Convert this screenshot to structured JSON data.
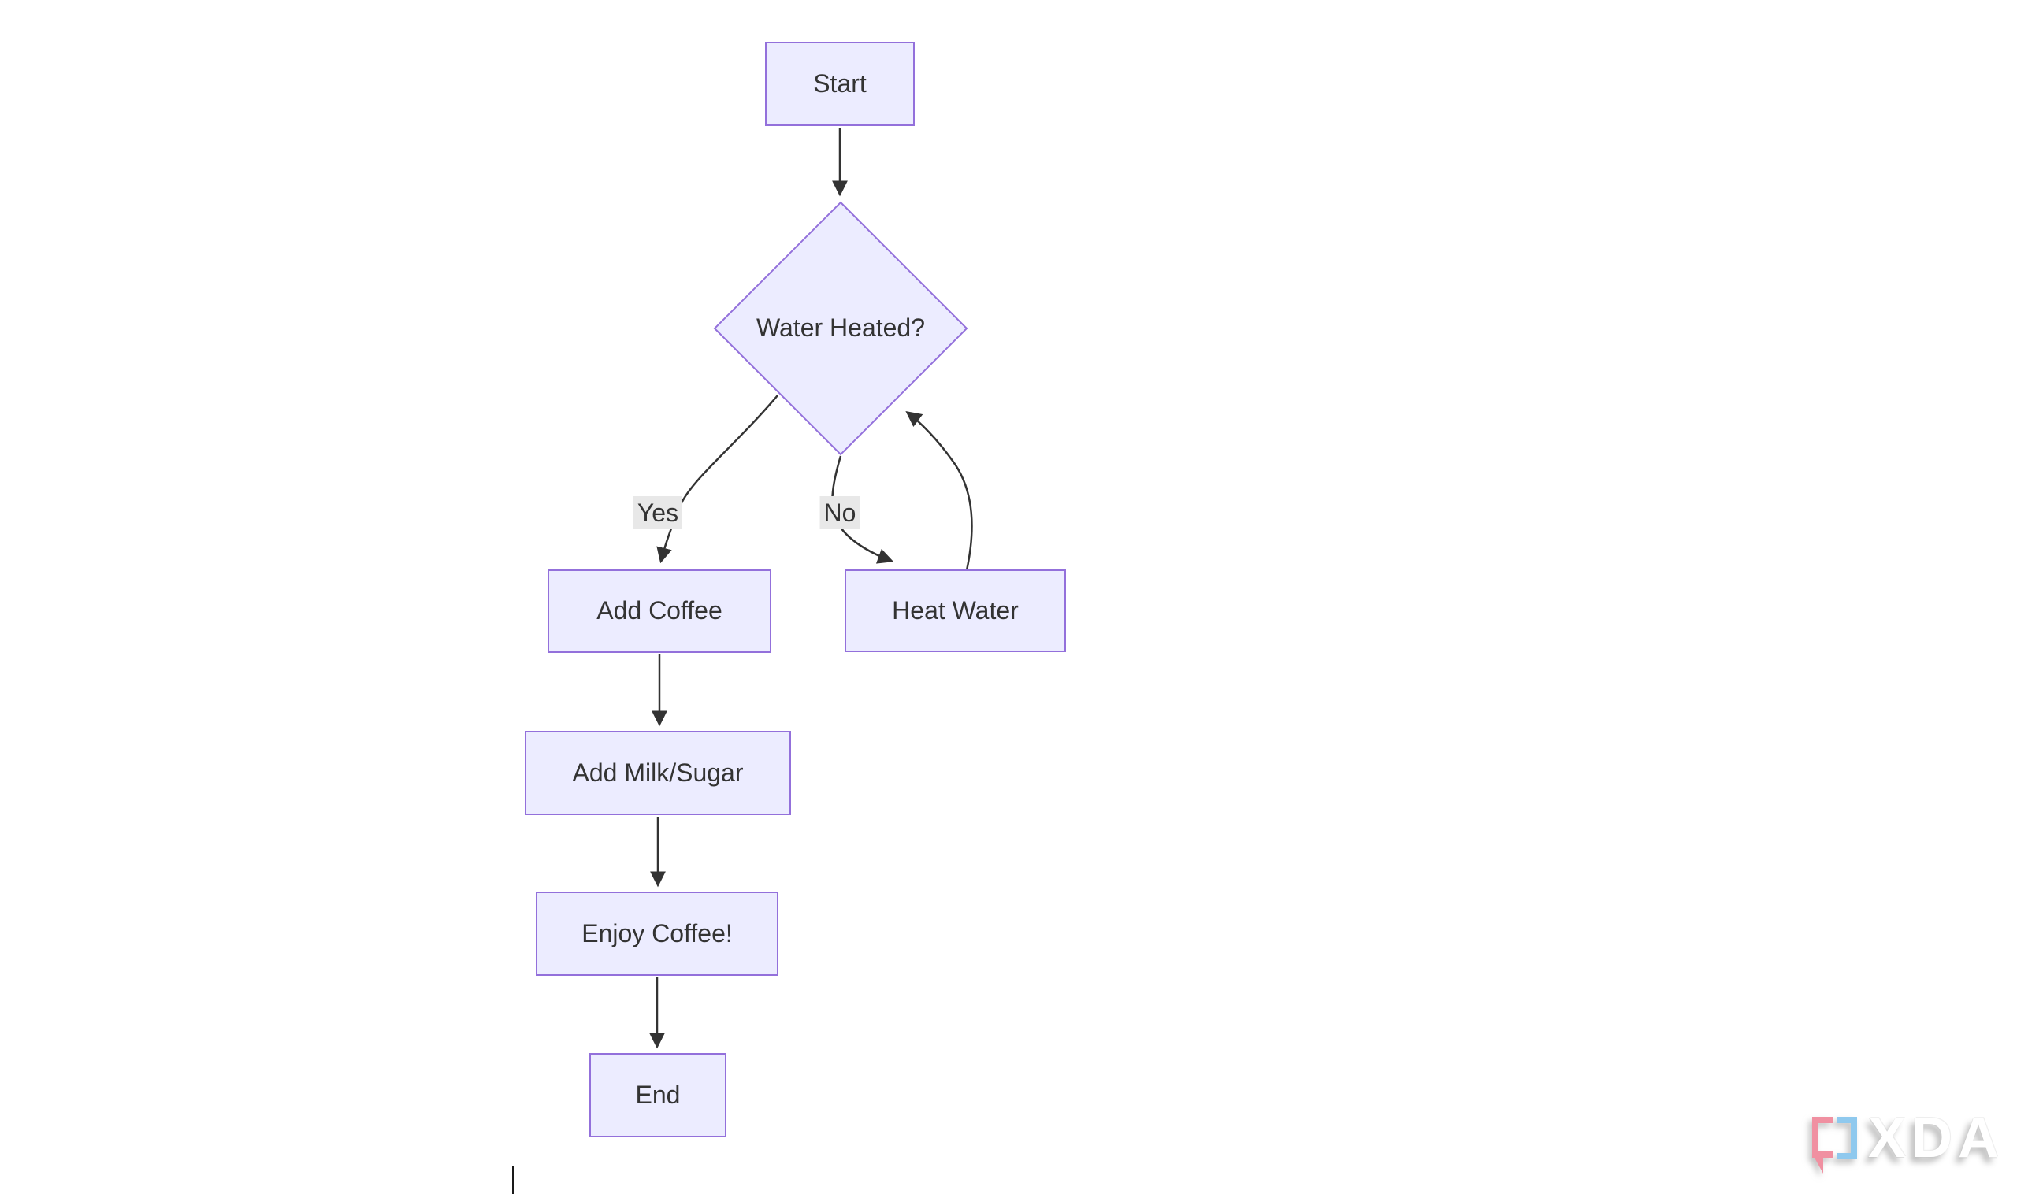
{
  "page": {
    "background": "#ffffff"
  },
  "diagram": {
    "type": "flowchart",
    "direction": "top-down",
    "nodes": [
      {
        "id": "start",
        "label": "Start",
        "shape": "rect"
      },
      {
        "id": "water_heated",
        "label": "Water Heated?",
        "shape": "diamond"
      },
      {
        "id": "add_coffee",
        "label": "Add Coffee",
        "shape": "rect"
      },
      {
        "id": "heat_water",
        "label": "Heat Water",
        "shape": "rect"
      },
      {
        "id": "add_milk_sugar",
        "label": "Add Milk/Sugar",
        "shape": "rect"
      },
      {
        "id": "enjoy_coffee",
        "label": "Enjoy Coffee!",
        "shape": "rect"
      },
      {
        "id": "end",
        "label": "End",
        "shape": "rect"
      }
    ],
    "edges": [
      {
        "from": "start",
        "to": "water_heated",
        "label": ""
      },
      {
        "from": "water_heated",
        "to": "add_coffee",
        "label": "Yes"
      },
      {
        "from": "water_heated",
        "to": "heat_water",
        "label": "No"
      },
      {
        "from": "heat_water",
        "to": "water_heated",
        "label": ""
      },
      {
        "from": "add_coffee",
        "to": "add_milk_sugar",
        "label": ""
      },
      {
        "from": "add_milk_sugar",
        "to": "enjoy_coffee",
        "label": ""
      },
      {
        "from": "enjoy_coffee",
        "to": "end",
        "label": ""
      }
    ],
    "colors": {
      "node_fill": "#ECECFF",
      "node_border": "#9370DB",
      "node_text": "#333333",
      "edge_stroke": "#333333",
      "edge_label_bg": "#e8e8e8"
    }
  },
  "cursor": {
    "type": "text-caret",
    "visible": true
  },
  "watermark": {
    "text": "XDA",
    "bracket_pink": "#F090A1",
    "bracket_blue": "#8FC9EE",
    "letter_color": "#ffffff"
  }
}
